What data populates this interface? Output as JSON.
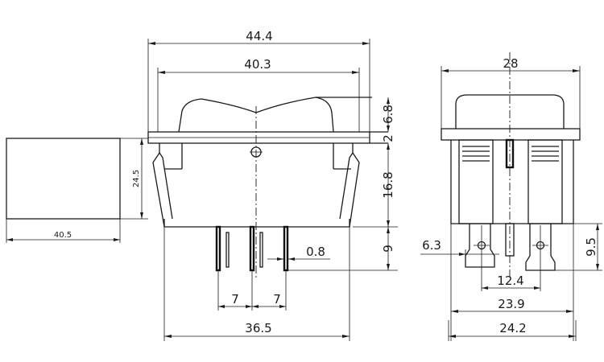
{
  "dimensions": {
    "top_outer_width": "44.4",
    "top_inner_width": "40.3",
    "cap_height": "6.8",
    "flange_thickness": "2",
    "body_height": "16.8",
    "terminal_length": "9",
    "terminal_thickness": "0.8",
    "pitch_left": "7",
    "pitch_right": "7",
    "body_width": "36.5",
    "side_top_width": "28",
    "terminal_width": "6.3",
    "side_terminal_height": "9.5",
    "side_terminal_pitch": "12.4",
    "side_lower_width": "23.9",
    "side_base_width": "24.2",
    "panel_cutout_height": "24.5",
    "panel_cutout_width": "40.5"
  }
}
